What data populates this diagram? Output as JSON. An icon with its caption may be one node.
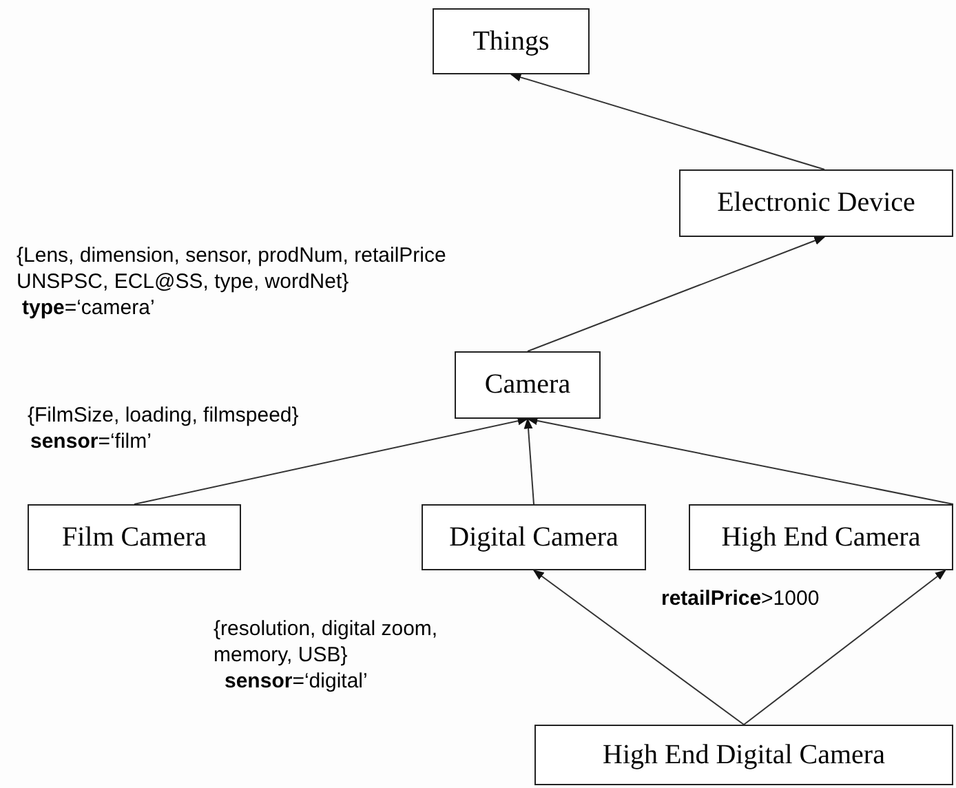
{
  "diagram": {
    "nodes": [
      {
        "text": [
          "Things"
        ]
      },
      {
        "text": [
          "Electronic Device"
        ]
      },
      {
        "text": [
          "Camera"
        ]
      },
      {
        "text": [
          "Film Camera"
        ]
      },
      {
        "text": [
          "Digital Camera"
        ]
      },
      {
        "text": [
          "High End Camera"
        ]
      },
      {
        "text": [
          "High End Digital Camera"
        ]
      }
    ],
    "edges": [
      {
        "from": 1,
        "to": 0,
        "arrow": "to"
      },
      {
        "from": 2,
        "to": 1,
        "arrow": "to"
      },
      {
        "from": 3,
        "to": 2,
        "arrow": "to"
      },
      {
        "from": 4,
        "to": 2,
        "arrow": "to"
      },
      {
        "from": 5,
        "to": 2,
        "arrow": "to"
      },
      {
        "from": 6,
        "to": 4,
        "arrow": "to"
      },
      {
        "from": 6,
        "to": 5,
        "arrow": "to"
      }
    ],
    "labels": [
      "{Lens, dimension, sensor, prodNum, retailPrice UNSPSC, ECL@SS, type, wordNet}",
      "**type**=‘camera’",
      "{FilmSize, loading, filmspeed}",
      "**sensor**=‘film’",
      "{resolution, digital zoom, memory, USB}",
      "**sensor**=‘digital’",
      "**retailPrice**>1000"
    ]
  }
}
